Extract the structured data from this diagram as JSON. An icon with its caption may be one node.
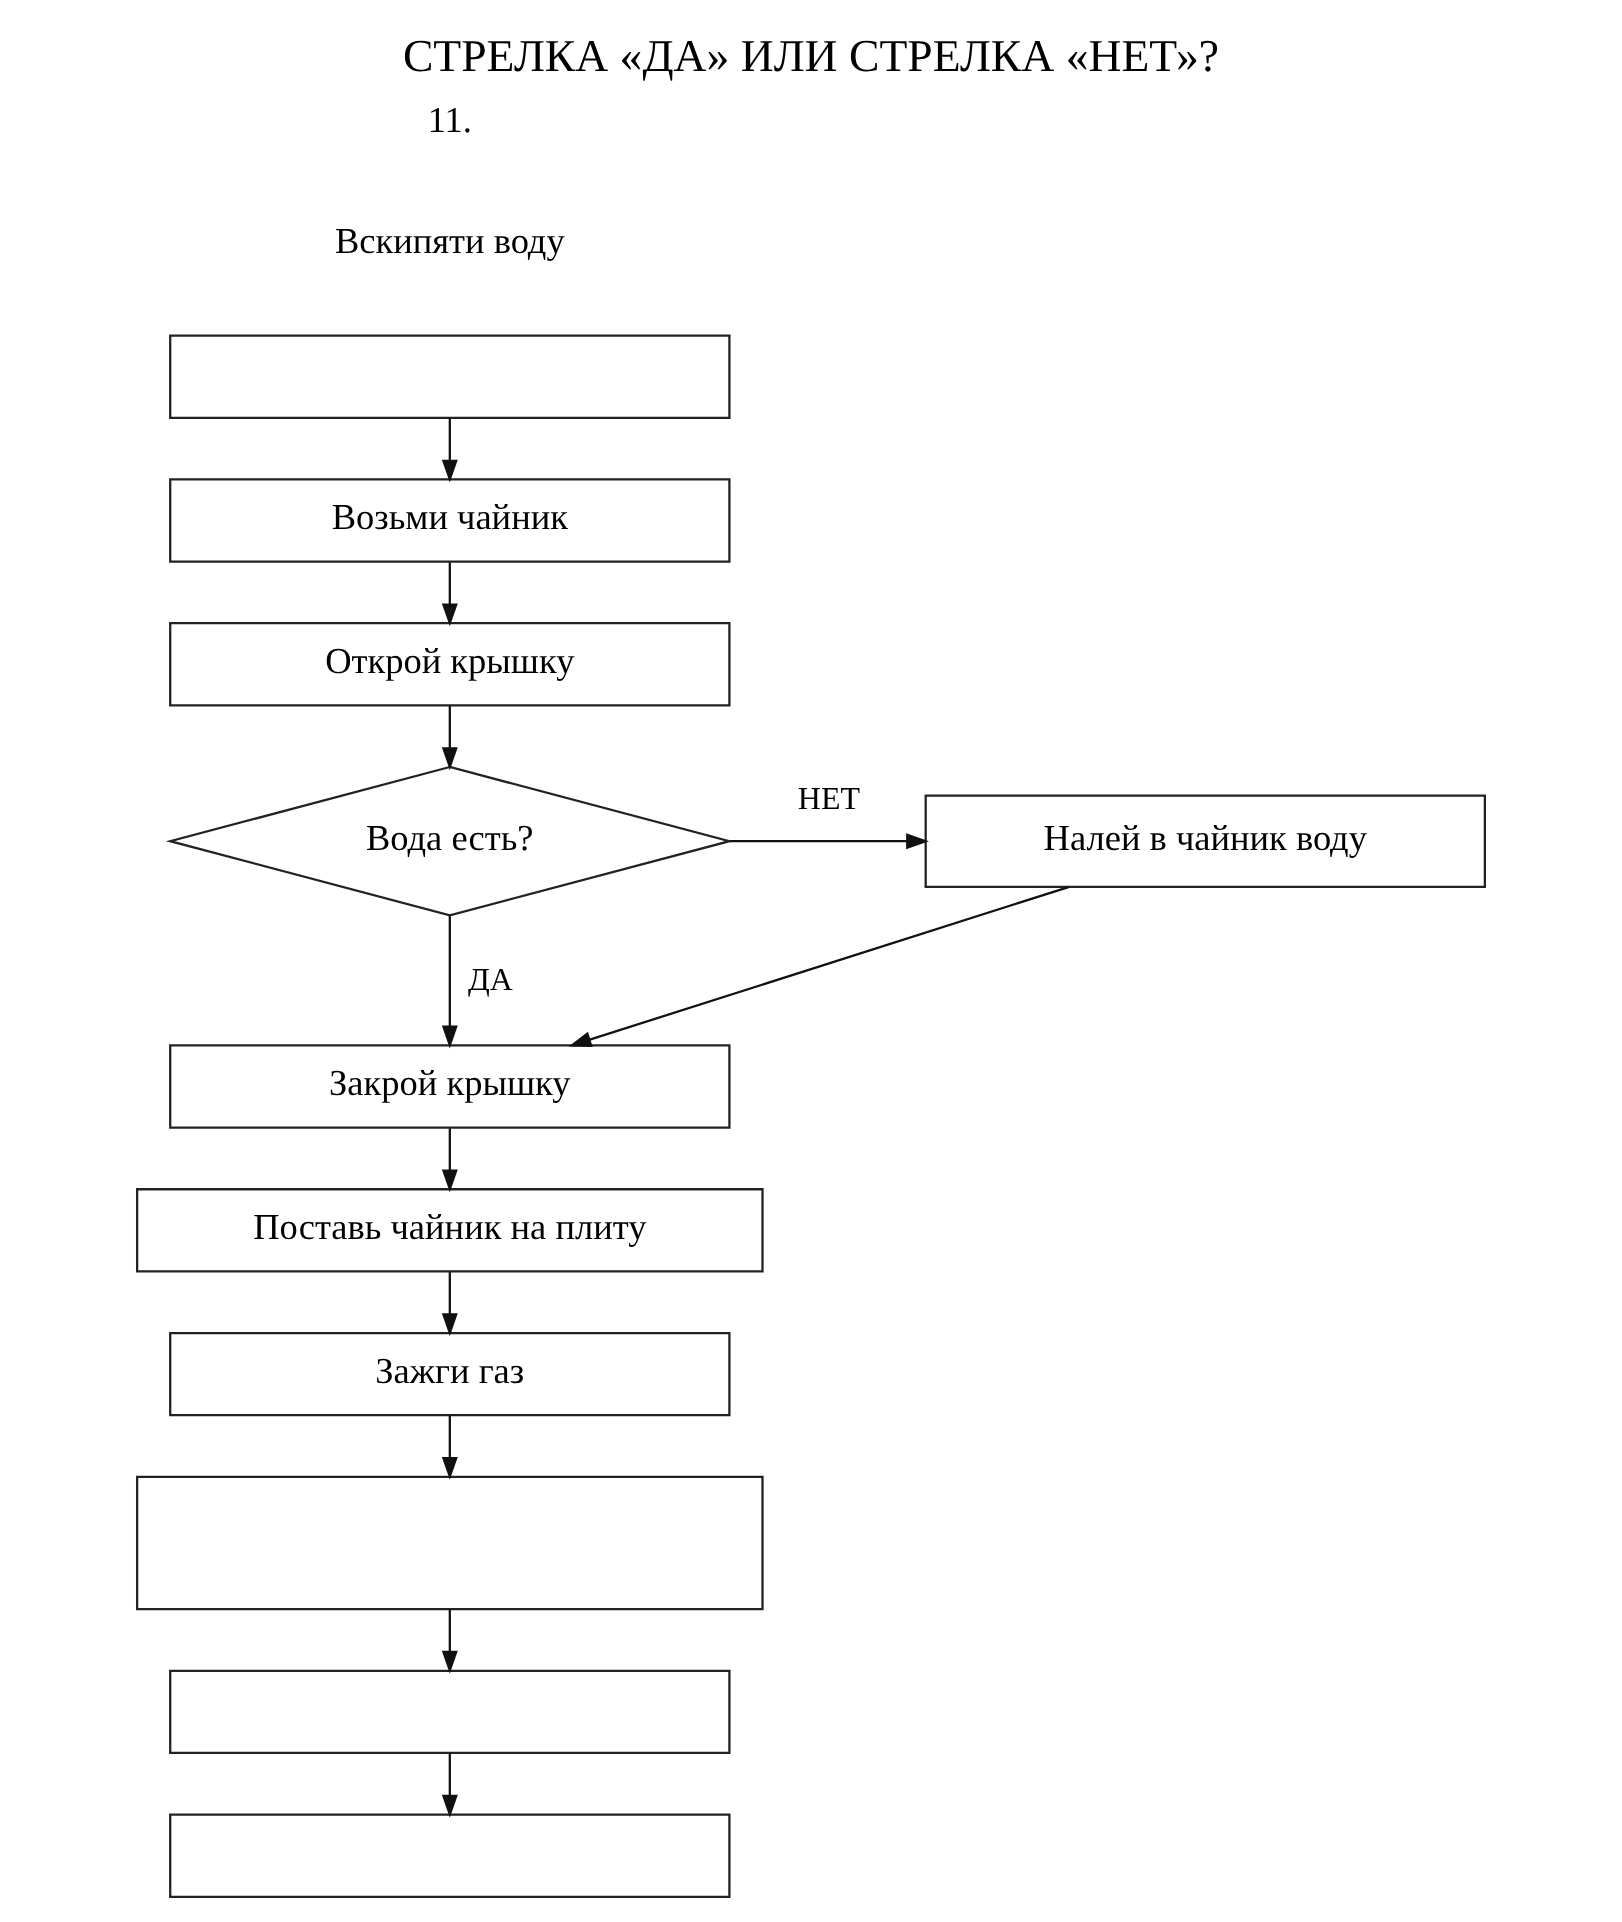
{
  "diagram": {
    "title": "СТРЕЛКА «ДА» ИЛИ СТРЕЛКА «НЕТ»?",
    "nodes": [
      {
        "text": [],
        "shape": "box"
      },
      {
        "text": [
          "Возьми чайник"
        ]
      },
      {
        "text": [
          "Открой крышку"
        ]
      },
      {
        "text": [
          "Вода есть?"
        ]
      },
      {
        "text": [
          "Налей в чайник воду"
        ]
      },
      {
        "text": [
          "Закрой крышку"
        ]
      },
      {
        "text": [
          "Поставь чайник на плиту"
        ]
      },
      {
        "text": [
          "Зажги газ"
        ]
      },
      {
        "text": [],
        "shape": "box"
      },
      {
        "text": [],
        "shape": "box"
      },
      {
        "text": [],
        "shape": "box"
      }
    ],
    "edges": [
      {
        "from": 0,
        "to": 1,
        "arrow": "to"
      },
      {
        "from": 1,
        "to": 2,
        "arrow": "to"
      },
      {
        "from": 2,
        "to": 3,
        "arrow": "to"
      },
      {
        "from": 3,
        "to": 4,
        "arrow": "to",
        "label": "НЕТ"
      },
      {
        "from": 3,
        "to": 5,
        "arrow": "to",
        "label": "ДА"
      },
      {
        "from": 4,
        "to": 5,
        "arrow": "to"
      },
      {
        "from": 5,
        "to": 6,
        "arrow": "to"
      },
      {
        "from": 6,
        "to": 7,
        "arrow": "to"
      },
      {
        "from": 7,
        "to": 8,
        "arrow": "to"
      },
      {
        "from": 8,
        "to": 9,
        "arrow": "to"
      },
      {
        "from": 9,
        "to": 10,
        "arrow": "to"
      }
    ],
    "labels": [
      "11.",
      "Вскипяти воду"
    ]
  }
}
